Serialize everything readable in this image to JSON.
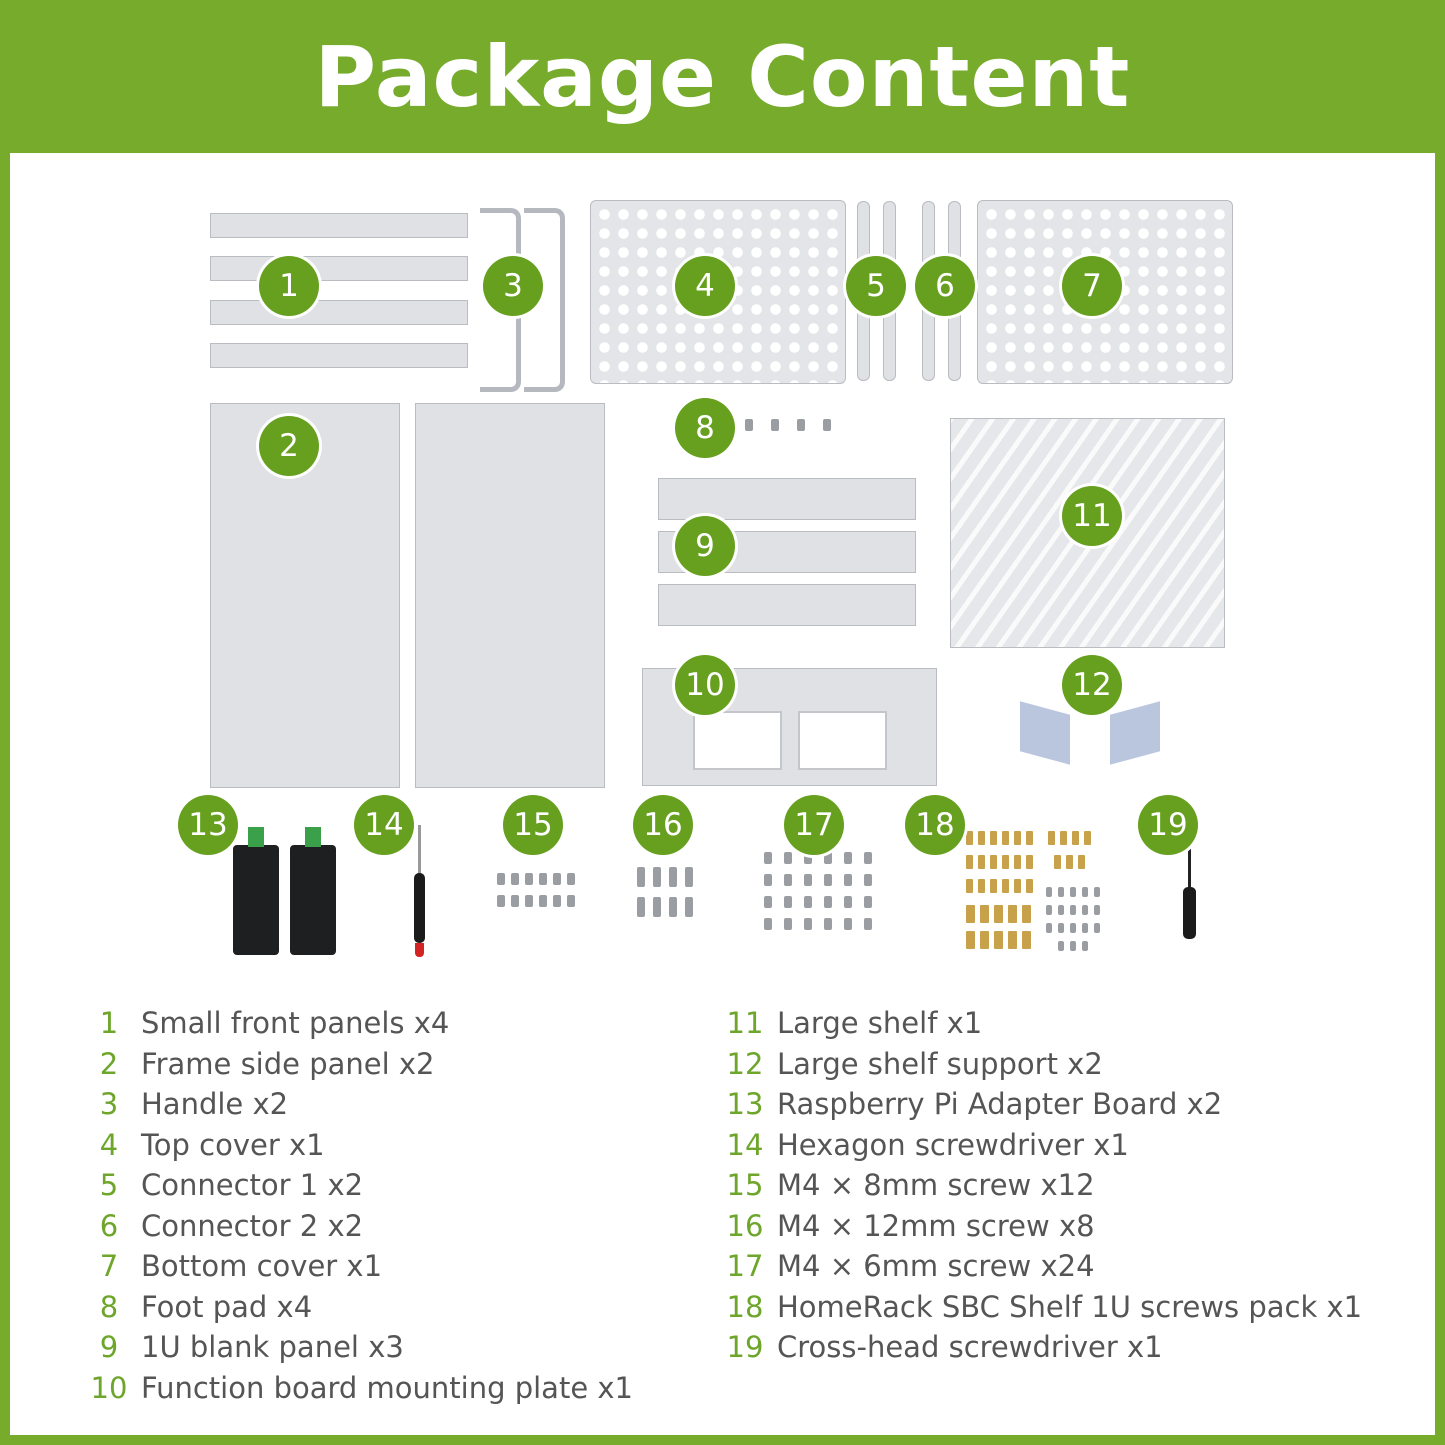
{
  "title": "Package Content",
  "badges": [
    "1",
    "2",
    "3",
    "4",
    "5",
    "6",
    "7",
    "8",
    "9",
    "10",
    "11",
    "12",
    "13",
    "14",
    "15",
    "16",
    "17",
    "18",
    "19"
  ],
  "items": [
    {
      "num": "1",
      "text": "Small front panels x4"
    },
    {
      "num": "2",
      "text": "Frame side panel x2"
    },
    {
      "num": "3",
      "text": "Handle x2"
    },
    {
      "num": "4",
      "text": "Top cover x1"
    },
    {
      "num": "5",
      "text": "Connector 1 x2"
    },
    {
      "num": "6",
      "text": "Connector 2 x2"
    },
    {
      "num": "7",
      "text": "Bottom cover x1"
    },
    {
      "num": "8",
      "text": "Foot pad x4"
    },
    {
      "num": "9",
      "text": "1U blank panel x3"
    },
    {
      "num": "10",
      "text": "Function board mounting plate x1"
    },
    {
      "num": "11",
      "text": "Large shelf x1"
    },
    {
      "num": "12",
      "text": "Large shelf support x2"
    },
    {
      "num": "13",
      "text": "Raspberry Pi Adapter Board x2"
    },
    {
      "num": "14",
      "text": "Hexagon screwdriver x1"
    },
    {
      "num": "15",
      "text": "M4 × 8mm screw x12"
    },
    {
      "num": "16",
      "text": "M4 × 12mm screw x8"
    },
    {
      "num": "17",
      "text": "M4 × 6mm screw x24"
    },
    {
      "num": "18",
      "text": "HomeRack SBC Shelf 1U screws pack x1"
    },
    {
      "num": "19",
      "text": "Cross-head screwdriver x1"
    }
  ],
  "colors": {
    "brand_green": "#76ab2c",
    "badge_green": "#66a01e",
    "number_green": "#6da62b"
  }
}
